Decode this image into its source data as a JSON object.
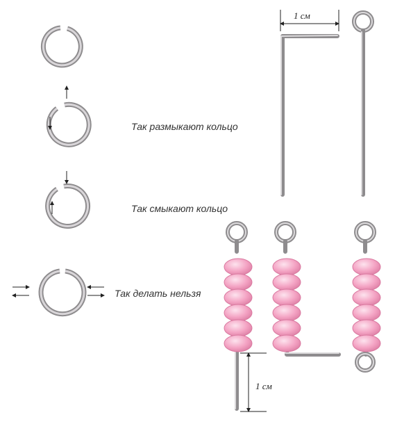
{
  "captions": {
    "open_ring": "Так размыкают кольцо",
    "close_ring": "Так смыкают кольцо",
    "wrong_way": "Так делать нельзя"
  },
  "measure": {
    "top_label": "1 см",
    "bottom_label": "1 см"
  },
  "colors": {
    "wire": "#8e8c8e",
    "bead": "#f4a4c4",
    "bead_dark": "#d9789f"
  }
}
